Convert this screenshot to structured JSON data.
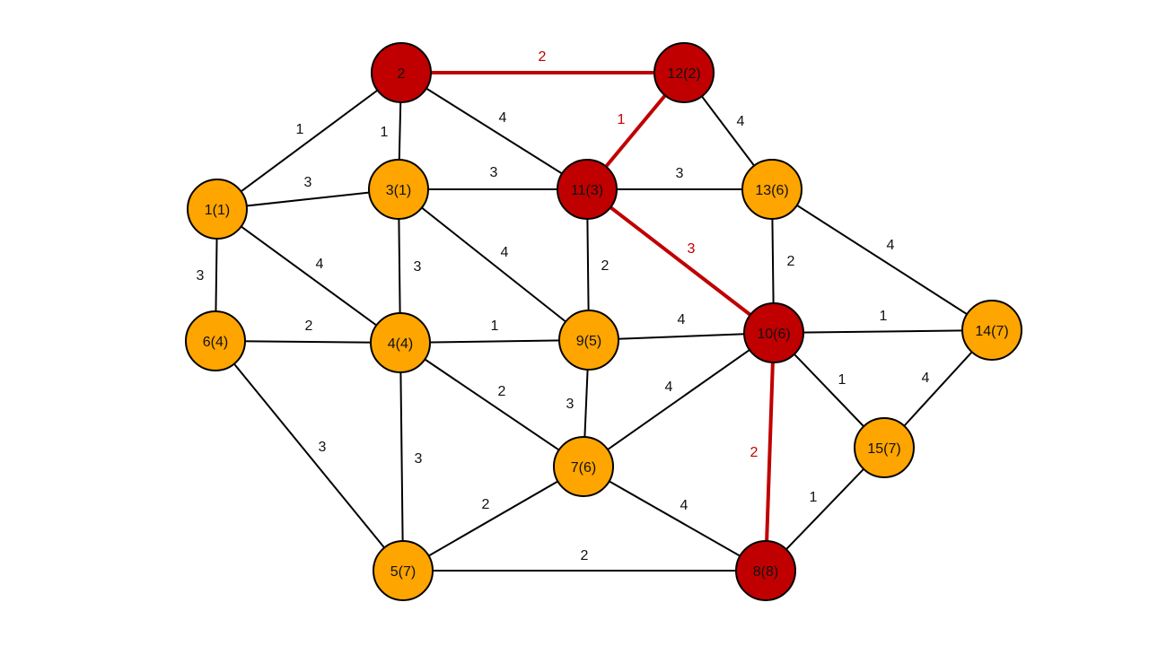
{
  "diagram": {
    "type": "weighted-graph",
    "description": "Shortest path from node 2 to node 8 (Dijkstra distances in parentheses)",
    "colors": {
      "visited_node": "#FFA500",
      "path_node": "#C00000",
      "path_edge": "#C00000",
      "normal_edge": "#000000",
      "node_border": "#000000"
    },
    "nodes": [
      {
        "id": "2",
        "label": "2",
        "on_path": true
      },
      {
        "id": "12",
        "label": "12(2)",
        "on_path": true
      },
      {
        "id": "1",
        "label": "1(1)",
        "on_path": false
      },
      {
        "id": "3",
        "label": "3(1)",
        "on_path": false
      },
      {
        "id": "11",
        "label": "11(3)",
        "on_path": true
      },
      {
        "id": "13",
        "label": "13(6)",
        "on_path": false
      },
      {
        "id": "6",
        "label": "6(4)",
        "on_path": false
      },
      {
        "id": "4",
        "label": "4(4)",
        "on_path": false
      },
      {
        "id": "9",
        "label": "9(5)",
        "on_path": false
      },
      {
        "id": "10",
        "label": "10(6)",
        "on_path": true
      },
      {
        "id": "14",
        "label": "14(7)",
        "on_path": false
      },
      {
        "id": "7",
        "label": "7(6)",
        "on_path": false
      },
      {
        "id": "15",
        "label": "15(7)",
        "on_path": false
      },
      {
        "id": "5",
        "label": "5(7)",
        "on_path": false
      },
      {
        "id": "8",
        "label": "8(8)",
        "on_path": true
      }
    ],
    "edges": [
      {
        "from": "2",
        "to": "12",
        "weight": "2",
        "on_path": true
      },
      {
        "from": "2",
        "to": "1",
        "weight": "1",
        "on_path": false
      },
      {
        "from": "2",
        "to": "3",
        "weight": "1",
        "on_path": false
      },
      {
        "from": "2",
        "to": "11",
        "weight": "4",
        "on_path": false
      },
      {
        "from": "12",
        "to": "11",
        "weight": "1",
        "on_path": true
      },
      {
        "from": "12",
        "to": "13",
        "weight": "4",
        "on_path": false
      },
      {
        "from": "1",
        "to": "3",
        "weight": "3",
        "on_path": false
      },
      {
        "from": "1",
        "to": "6",
        "weight": "3",
        "on_path": false
      },
      {
        "from": "1",
        "to": "4",
        "weight": "4",
        "on_path": false
      },
      {
        "from": "3",
        "to": "11",
        "weight": "3",
        "on_path": false
      },
      {
        "from": "3",
        "to": "4",
        "weight": "3",
        "on_path": false
      },
      {
        "from": "3",
        "to": "9",
        "weight": "4",
        "on_path": false
      },
      {
        "from": "11",
        "to": "13",
        "weight": "3",
        "on_path": false
      },
      {
        "from": "11",
        "to": "9",
        "weight": "2",
        "on_path": false
      },
      {
        "from": "11",
        "to": "10",
        "weight": "3",
        "on_path": true
      },
      {
        "from": "13",
        "to": "10",
        "weight": "2",
        "on_path": false
      },
      {
        "from": "13",
        "to": "14",
        "weight": "4",
        "on_path": false
      },
      {
        "from": "6",
        "to": "4",
        "weight": "2",
        "on_path": false
      },
      {
        "from": "6",
        "to": "5",
        "weight": "3",
        "on_path": false
      },
      {
        "from": "4",
        "to": "9",
        "weight": "1",
        "on_path": false
      },
      {
        "from": "4",
        "to": "7",
        "weight": "2",
        "on_path": false
      },
      {
        "from": "4",
        "to": "5",
        "weight": "3",
        "on_path": false
      },
      {
        "from": "9",
        "to": "10",
        "weight": "4",
        "on_path": false
      },
      {
        "from": "9",
        "to": "7",
        "weight": "3",
        "on_path": false
      },
      {
        "from": "10",
        "to": "14",
        "weight": "1",
        "on_path": false
      },
      {
        "from": "10",
        "to": "15",
        "weight": "1",
        "on_path": false
      },
      {
        "from": "10",
        "to": "7",
        "weight": "4",
        "on_path": false
      },
      {
        "from": "10",
        "to": "8",
        "weight": "2",
        "on_path": true
      },
      {
        "from": "14",
        "to": "15",
        "weight": "4",
        "on_path": false
      },
      {
        "from": "7",
        "to": "5",
        "weight": "2",
        "on_path": false
      },
      {
        "from": "7",
        "to": "8",
        "weight": "4",
        "on_path": false
      },
      {
        "from": "15",
        "to": "8",
        "weight": "1",
        "on_path": false
      },
      {
        "from": "5",
        "to": "8",
        "weight": "2",
        "on_path": false
      }
    ]
  }
}
